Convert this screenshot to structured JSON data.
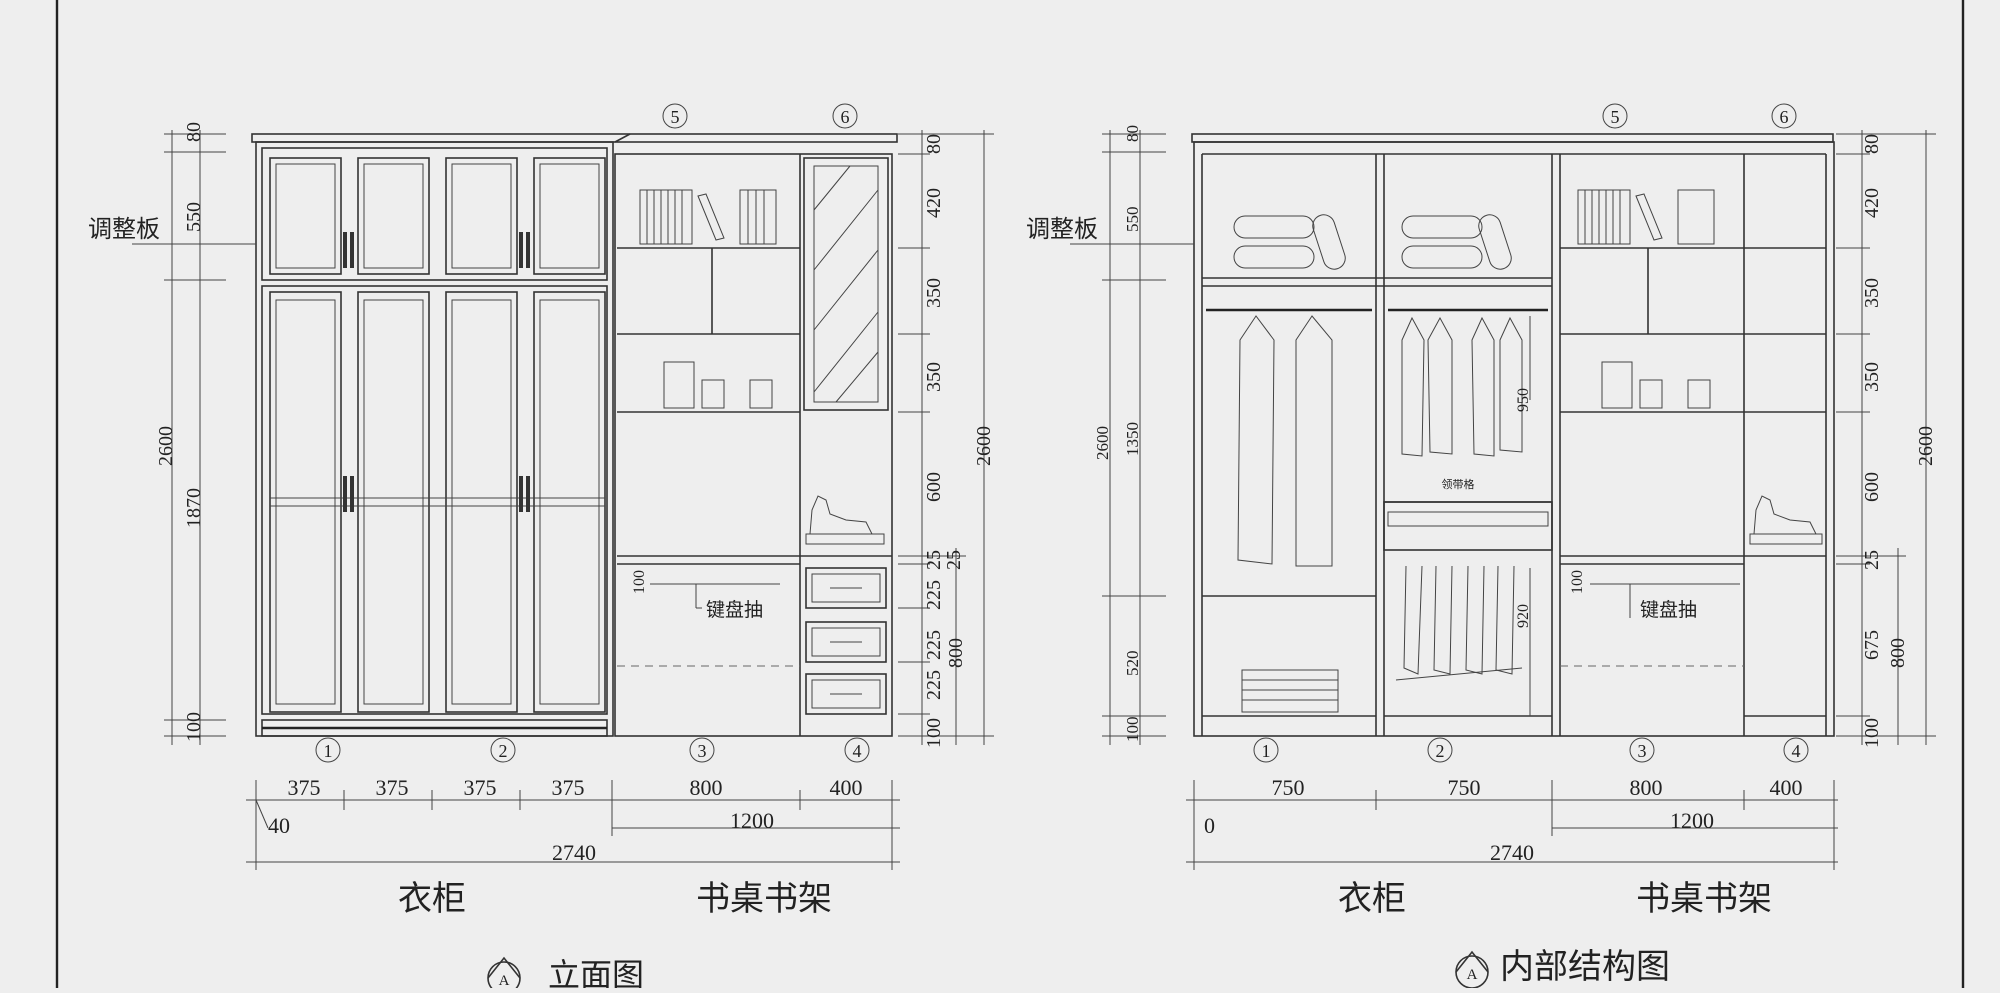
{
  "left_view": {
    "title": "立面图",
    "marker": "A",
    "side_label": "调整板",
    "section_label_1": "衣柜",
    "section_label_2": "书桌书架",
    "drawer_label": "键盘抽",
    "top_circles": [
      "5",
      "6"
    ],
    "bottom_circles": [
      "1",
      "2",
      "3",
      "4"
    ],
    "left_dims": {
      "top": "80",
      "upper": "550",
      "mid": "1870",
      "bottom": "100",
      "total": "2600"
    },
    "right_dims": [
      "80",
      "420",
      "350",
      "350",
      "600",
      "25",
      "225",
      "225",
      "225",
      "100"
    ],
    "right_dims_extra": {
      "small": "25",
      "drawer_total": "800",
      "total": "2600"
    },
    "bottom_row": [
      "375",
      "375",
      "375",
      "375",
      "800",
      "400"
    ],
    "bottom_left": "40",
    "desk_total": "1200",
    "overall": "2740",
    "inner_keyboard": "100"
  },
  "right_view": {
    "title": "内部结构图",
    "marker": "A",
    "side_label": "调整板",
    "section_label_1": "衣柜",
    "section_label_2": "书桌书架",
    "drawer_label": "键盘抽",
    "tie_label": "领带格",
    "top_circles": [
      "5",
      "6"
    ],
    "bottom_circles": [
      "1",
      "2",
      "3",
      "4"
    ],
    "left_dims": {
      "top": "80",
      "upper": "550",
      "mid": "1350",
      "lower": "520",
      "bottom": "100",
      "total": "2600"
    },
    "inner_dims": {
      "hang": "950",
      "pants": "920"
    },
    "right_dims": [
      "80",
      "420",
      "350",
      "350",
      "600",
      "25",
      "675",
      "100"
    ],
    "right_dims_extra": {
      "drawer_total": "800",
      "total": "2600"
    },
    "bottom_row": [
      "750",
      "750",
      "800",
      "400"
    ],
    "bottom_left": "0",
    "desk_total": "1200",
    "overall": "2740",
    "inner_keyboard": "100"
  }
}
